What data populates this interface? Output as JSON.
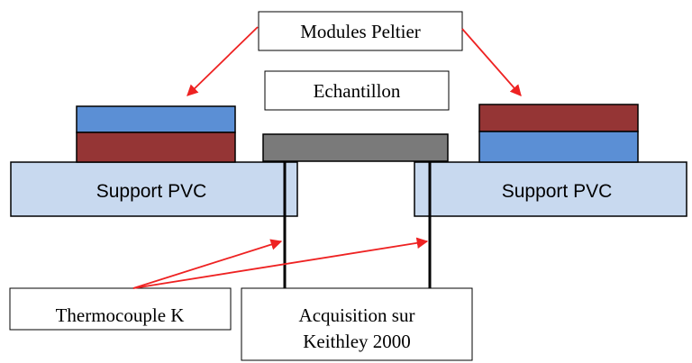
{
  "labels": {
    "modules_peltier": "Modules Peltier",
    "echantillon": "Echantillon",
    "support_left": "Support PVC",
    "support_right": "Support PVC",
    "thermocouple": "Thermocouple K",
    "acquisition_line1": "Acquisition sur",
    "acquisition_line2": "Keithley 2000"
  },
  "colors": {
    "peltier_blue": "#5b8fd5",
    "peltier_red": "#953535",
    "support_fill": "#c8d9ef",
    "sample_gray": "#7a7a7a",
    "arrow_red": "#ee2222",
    "outline": "#000000"
  }
}
